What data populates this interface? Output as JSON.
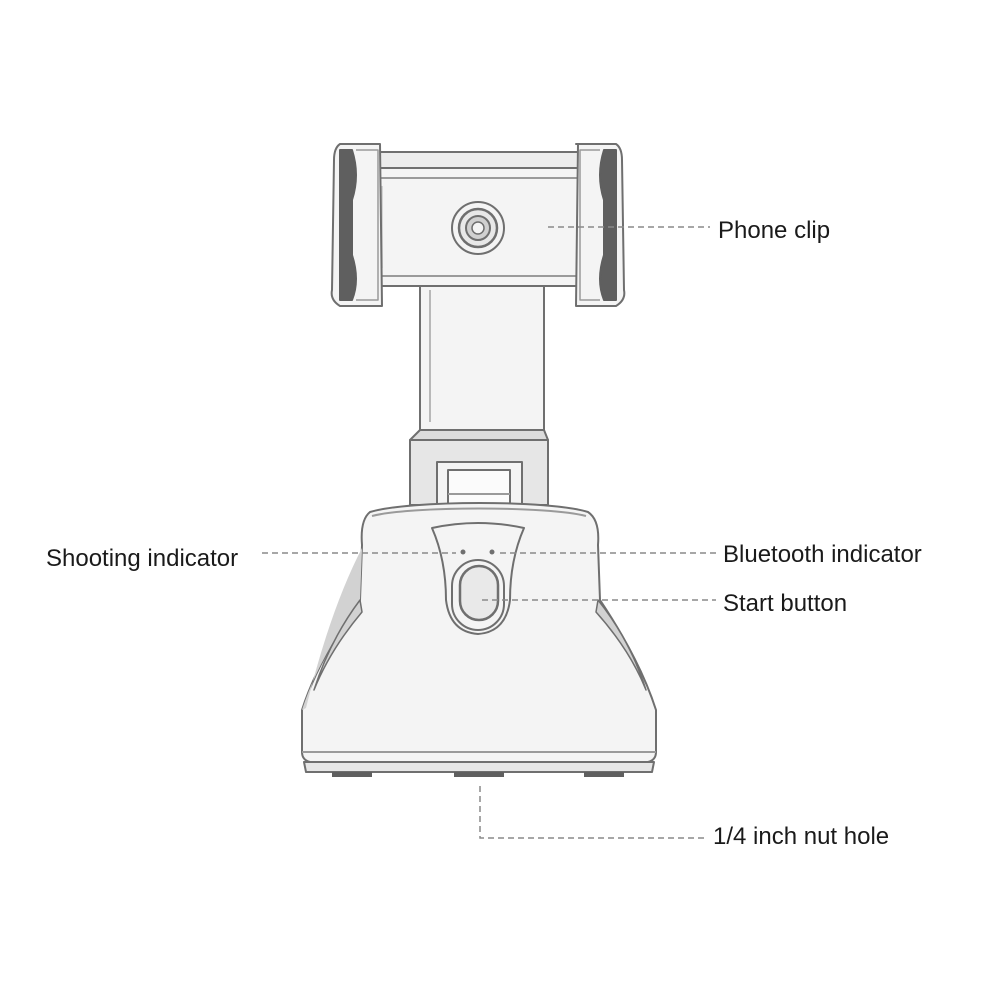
{
  "labels": {
    "phone_clip": "Phone clip",
    "shooting_indicator": "Shooting indicator",
    "bluetooth_indicator": "Bluetooth indicator",
    "start_button": "Start button",
    "nut_hole": "1/4 inch nut hole"
  },
  "colors": {
    "outline": "#6f6f6f",
    "body_fill": "#f4f4f4",
    "shade_fill": "#d2d2d2",
    "dark_fill": "#5f5f5f",
    "leader": "#8a8a8a",
    "text": "#1a1a1a"
  }
}
